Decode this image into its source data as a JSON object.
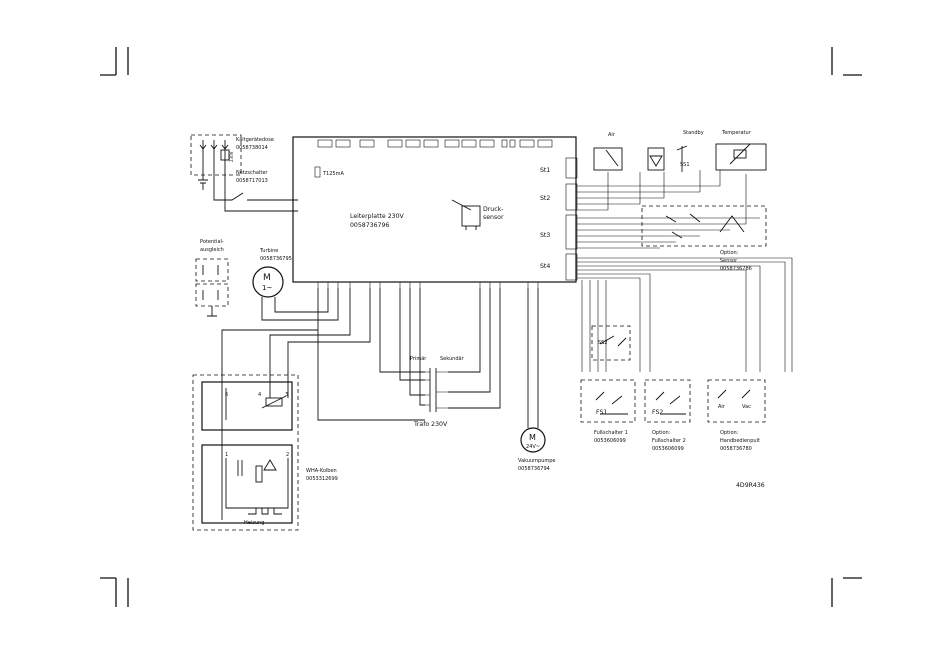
{
  "components": {
    "mains_socket": {
      "name": "Kaltgerätedose",
      "part": "0058738014",
      "voltage": "230V"
    },
    "mains_switch": {
      "name": "Netzschalter",
      "part": "0058717013"
    },
    "board": {
      "name": "Leiterplatte 230V",
      "part": "0058736796",
      "fuse": "T125mA"
    },
    "pressure_sensor": {
      "name_l1": "Druck-",
      "name_l2": "sensor"
    },
    "connectors": [
      "St1",
      "St2",
      "St3",
      "St4"
    ],
    "equipotential": {
      "line1": "Potential-",
      "line2": "ausgleich"
    },
    "turbine": {
      "name": "Turbine",
      "part": "0058736795",
      "symbol_l1": "M",
      "symbol_l2": "1~"
    },
    "transformer": {
      "name": "Trafo 230V",
      "primary": "Primär",
      "secondary": "Sekundär"
    },
    "vacuum_pump": {
      "name": "Vakuumpumpe",
      "part": "0058736794",
      "symbol_l1": "M",
      "symbol_l2": "24V~"
    },
    "heater_block": {
      "name": "WHA-Kolben",
      "part": "0053312699",
      "heater": "Heizung",
      "pins": [
        "6",
        "4",
        "3",
        "1",
        "2"
      ]
    },
    "valves": {
      "air": "Air",
      "standby": "Standby",
      "standby_switch": "SS1",
      "temperature": "Temperatur"
    },
    "option_sensor": {
      "name": "Option:",
      "name2": "Sensor",
      "part": "0058736786"
    },
    "foot_switches": [
      {
        "label": "FS1",
        "name": "Fußschalter 1",
        "part": "0053606099"
      },
      {
        "label": "FS2",
        "name_l1": "Option:",
        "name_l2": "Fußschalter 2",
        "part": "0053606099"
      }
    ],
    "ss2": "SS2",
    "hand_panel": {
      "name_l1": "Option:",
      "name_l2": "Handbedienpult",
      "part": "0058736780",
      "buttons": [
        "Air",
        "Vac"
      ]
    }
  },
  "drawing_number": "4D9R436"
}
